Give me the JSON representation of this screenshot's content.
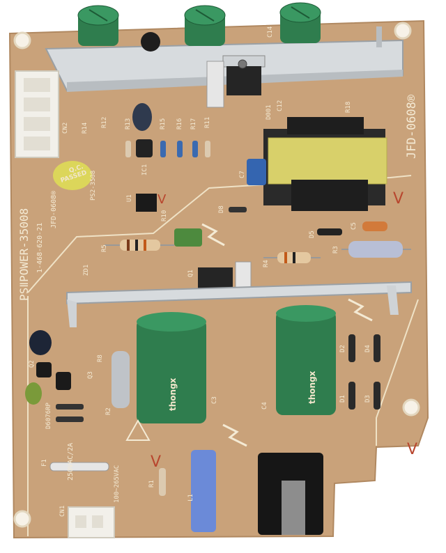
{
  "board": {
    "model_right": "JFD-0608®",
    "model_left": "PSⅡPOWER-35008",
    "part_code": "1-468-620-21",
    "model_small": "JFD-0608®",
    "qc_line1": "Q.C.",
    "qc_line2": "PASSED",
    "ps_code": "PS2-3508",
    "fuse_rating": "250VAC/2A",
    "input_voltage": "100~265VAC",
    "diode_code": "D6076RP",
    "cap_brand": "thongx",
    "colors": {
      "pcb": "#c9a27a",
      "silkscreen": "#f4ead4",
      "heatsink": "#cfd3d6",
      "capacitor": "#2f7d4e",
      "transformer_core": "#2a2a2a",
      "transformer_tape": "#d8d06a",
      "connector": "#f2f0ea",
      "warning_mark": "#b8462e"
    }
  },
  "labels": {
    "c3": "C3",
    "c4": "C4",
    "c5": "C5",
    "c7": "C7",
    "c12": "C12",
    "c14": "C14",
    "r1": "R1",
    "r2": "R2",
    "r3": "R3",
    "r4": "R4",
    "r5": "R5",
    "r8": "R8",
    "r10": "R10",
    "r11": "R11",
    "r12": "R12",
    "r13": "R13",
    "r14": "R14",
    "r15": "R15",
    "r16": "R16",
    "r17": "R17",
    "r18": "R18",
    "d1": "D1",
    "d2": "D2",
    "d3": "D3",
    "d4": "D4",
    "d5": "D5",
    "d8": "D8",
    "d001": "D001",
    "q1": "Q1",
    "q2": "Q2",
    "q3": "Q3",
    "u1": "U1",
    "ic1": "IC1",
    "zd1": "ZD1",
    "f1": "F1",
    "cn1": "CN1",
    "cn2": "CN2",
    "l1": "L1",
    "v1": "V",
    "v2": "V",
    "v3": "V",
    "v4": "V"
  }
}
